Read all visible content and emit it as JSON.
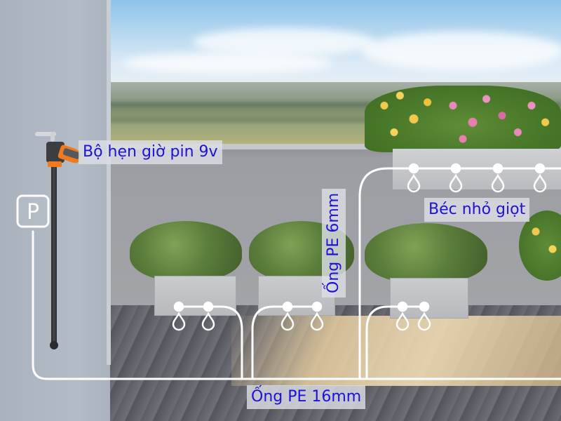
{
  "labels": {
    "timer": "Bộ hẹn giờ pin 9v",
    "pipe_6mm": "Ống PE 6mm",
    "drip_emitter": "Béc nhỏ giọt",
    "pipe_16mm": "Ống PE 16mm"
  },
  "icons": {
    "pump_marker": "P",
    "emitter": "drop-icon"
  },
  "colors": {
    "label_text": "#1d12d6",
    "label_bg": "#dcdee4",
    "pipe_line": "#ffffff",
    "timer_accent": "#f07a1f"
  },
  "emitter_groups": [
    {
      "name": "planter-1",
      "count": 2
    },
    {
      "name": "planter-2",
      "count": 2
    },
    {
      "name": "planter-3",
      "count": 2
    },
    {
      "name": "flower-box",
      "count": 4
    }
  ]
}
